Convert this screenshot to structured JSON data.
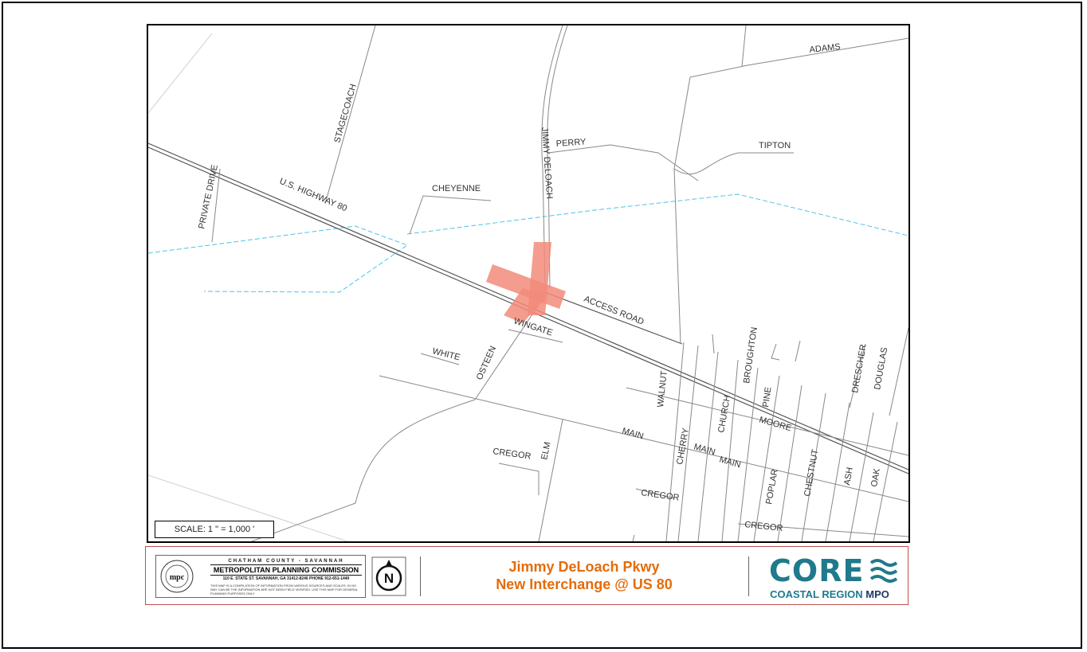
{
  "map": {
    "scale_text": "SCALE: 1 \" = 1,000 '",
    "street_labels": [
      {
        "text": "ADAMS",
        "name": "label-adams"
      },
      {
        "text": "STAGECOACH",
        "name": "label-stagecoach"
      },
      {
        "text": "PERRY",
        "name": "label-perry"
      },
      {
        "text": "JIMMY DELOACH",
        "name": "label-jimmy-deloach"
      },
      {
        "text": "TIPTON",
        "name": "label-tipton"
      },
      {
        "text": "PRIVATE DRIVE",
        "name": "label-private-drive"
      },
      {
        "text": "CHEYENNE",
        "name": "label-cheyenne"
      },
      {
        "text": "U.S. HIGHWAY 80",
        "name": "label-us-highway-80"
      },
      {
        "text": "ACCESS ROAD",
        "name": "label-access-road"
      },
      {
        "text": "WINGATE",
        "name": "label-wingate"
      },
      {
        "text": "WHITE",
        "name": "label-white"
      },
      {
        "text": "OSTEEN",
        "name": "label-osteen"
      },
      {
        "text": "BROUGHTON",
        "name": "label-broughton"
      },
      {
        "text": "DRESCHER",
        "name": "label-drescher"
      },
      {
        "text": "DOUGLAS",
        "name": "label-douglas"
      },
      {
        "text": "WALNUT",
        "name": "label-walnut"
      },
      {
        "text": "CHURCH",
        "name": "label-church"
      },
      {
        "text": "PINE",
        "name": "label-pine"
      },
      {
        "text": "MOORE",
        "name": "label-moore"
      },
      {
        "text": "MAIN",
        "name": "label-main-1"
      },
      {
        "text": "CHERRY",
        "name": "label-cherry"
      },
      {
        "text": "MAIN",
        "name": "label-main-2"
      },
      {
        "text": "MAIN",
        "name": "label-main-3"
      },
      {
        "text": "CREGOR",
        "name": "label-cregor-1"
      },
      {
        "text": "ELM",
        "name": "label-elm"
      },
      {
        "text": "CHESTNUT",
        "name": "label-chestnut"
      },
      {
        "text": "ASH",
        "name": "label-ash"
      },
      {
        "text": "OAK",
        "name": "label-oak"
      },
      {
        "text": "POPLAR",
        "name": "label-poplar"
      },
      {
        "text": "CREGOR",
        "name": "label-cregor-2"
      },
      {
        "text": "CREGOR",
        "name": "label-cregor-3"
      }
    ],
    "colors": {
      "road": "#888888",
      "highway": "#555555",
      "stream": "#4fc3e8",
      "interchange": "#f28b7a"
    }
  },
  "legend": {
    "mpc_line1": "CHATHAM COUNTY - SAVANNAH",
    "mpc_line2": "METROPOLITAN PLANNING COMMISSION",
    "mpc_line3": "110 E. STATE ST. SAVANNAH, GA 31412-8246  PHONE 912-651-1440",
    "mpc_disclaimer": "THIS MAP IS A COMPILATION OF INFORMATION FROM VARIOUS SOURCES AND SCALES. IN NO WAY CAN BE THE INFORMATION ARE NOT BEEN FIELD VERIFIED. USE THIS MAP FOR GENERAL PLANNING PURPOSES ONLY",
    "mpc_logo_text": "mpc",
    "north_letter": "N",
    "title_line1": "Jimmy DeLoach Pkwy",
    "title_line2": "New Interchange @ US 80",
    "core_word": "CORE",
    "core_sub": "COASTAL REGION",
    "core_mpo": "MPO",
    "title_color": "#e46c0a",
    "core_color": "#1f7a8c"
  }
}
